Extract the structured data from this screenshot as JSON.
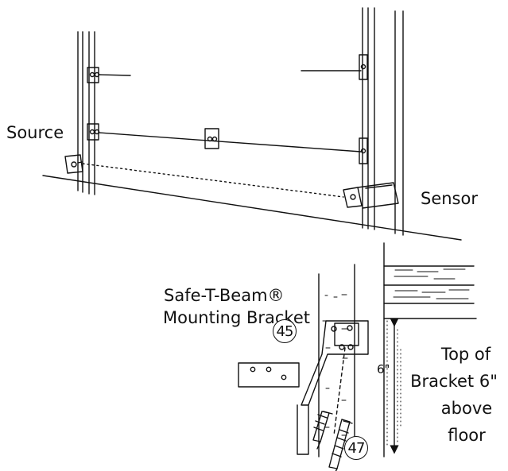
{
  "labels": {
    "source": "Source",
    "sensor": "Sensor",
    "bracket_title_line1": "Safe-T-Beam®",
    "bracket_title_line2": "Mounting Bracket",
    "top_line1": "Top of",
    "top_line2": "Bracket 6\"",
    "top_line3": "above",
    "top_line4": "floor",
    "dimension": "6\""
  },
  "callouts": {
    "bracket": "45",
    "lag_screw": "47"
  },
  "colors": {
    "ink": "#111111",
    "paper": "#ffffff"
  }
}
